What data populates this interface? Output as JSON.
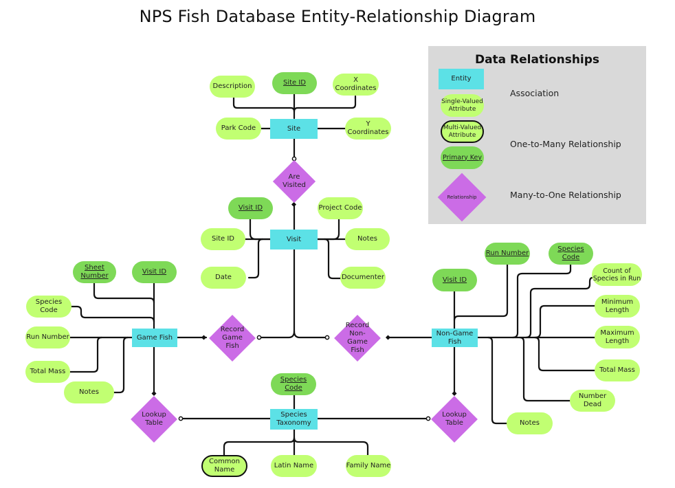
{
  "title": "NPS Fish Database Entity-Relationship Diagram",
  "legend": {
    "title": "Data Relationships",
    "shapes": {
      "entity": "Entity",
      "single": "Single-Valued Attribute",
      "multi": "Multi-Valued Attribute",
      "pk": "Primary Key",
      "rel": "Relationship"
    },
    "lines": {
      "association": "Association",
      "one_to_many": "One-to-Many Relationship",
      "many_to_one": "Many-to-One Relationship"
    }
  },
  "colors": {
    "entity": "#5ce1e6",
    "attribute": "#c1ff72",
    "primary_key": "#7ed957",
    "relationship": "#cb6ce6",
    "legend_bg": "#d9d9d9"
  },
  "entities": {
    "site": "Site",
    "visit": "Visit",
    "game_fish": "Game Fish",
    "non_game_fish": "Non-Game Fish",
    "species_taxonomy": "Species Taxonomy"
  },
  "relationships": {
    "are_visited": "Are Visited",
    "record_game_fish": "Record Game Fish",
    "record_non_game_fish": "Record Non-Game Fish",
    "lookup_left": "Lookup Table",
    "lookup_right": "Lookup Table"
  },
  "site_attrs": {
    "site_id": "Site ID",
    "description": "Description",
    "x_coord": "X Coordinates",
    "park_code": "Park Code",
    "y_coord": "Y Coordinates"
  },
  "visit_attrs": {
    "visit_id": "Visit ID",
    "project_code": "Project Code",
    "site_id": "Site ID",
    "notes": "Notes",
    "date": "Date",
    "documenter": "Documenter"
  },
  "game_attrs": {
    "sheet_number": "Sheet Number",
    "visit_id": "Visit ID",
    "species_code": "Species Code",
    "run_number": "Run Number",
    "total_mass": "Total Mass",
    "notes": "Notes"
  },
  "nongame_attrs": {
    "visit_id": "Visit ID",
    "run_number": "Run Number",
    "species_code": "Species Code",
    "count": "Count of Species in Run",
    "min_length": "Minimum Length",
    "max_length": "Maximum Length",
    "total_mass": "Total Mass",
    "number_dead": "Number Dead",
    "notes": "Notes"
  },
  "taxonomy_attrs": {
    "species_code": "Species Code",
    "common_name": "Common Name",
    "latin_name": "Latin Name",
    "family_name": "Family Name"
  }
}
